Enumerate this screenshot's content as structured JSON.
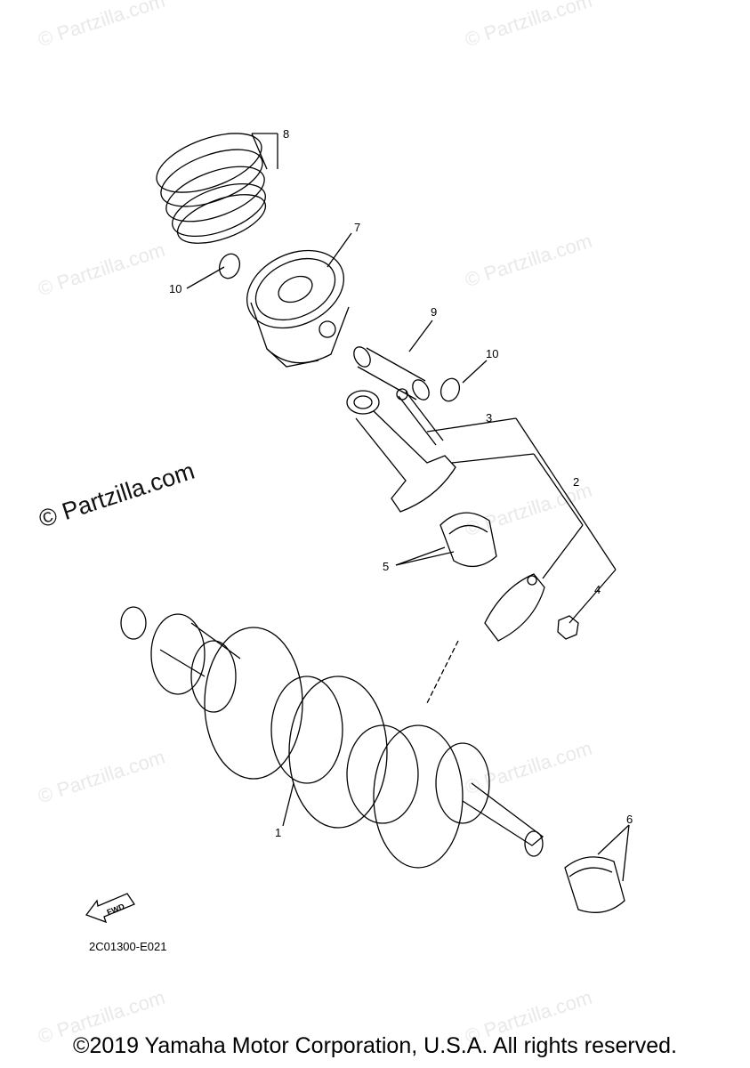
{
  "watermark": {
    "text": "© Partzilla.com"
  },
  "callouts": {
    "c1": "1",
    "c2": "2",
    "c3": "3",
    "c4": "4",
    "c5": "5",
    "c6": "6",
    "c7": "7",
    "c8": "8",
    "c9": "9",
    "c10a": "10",
    "c10b": "10"
  },
  "fwd_label": "FWD",
  "diagram_code": "2C01300-E021",
  "copyright": "©2019 Yamaha Motor Corporation, U.S.A. All rights reserved.",
  "icons": {
    "forward": "fwd-arrow-icon"
  },
  "colors": {
    "line": "#000000",
    "watermark": "#e9e9e9",
    "background": "#ffffff"
  }
}
